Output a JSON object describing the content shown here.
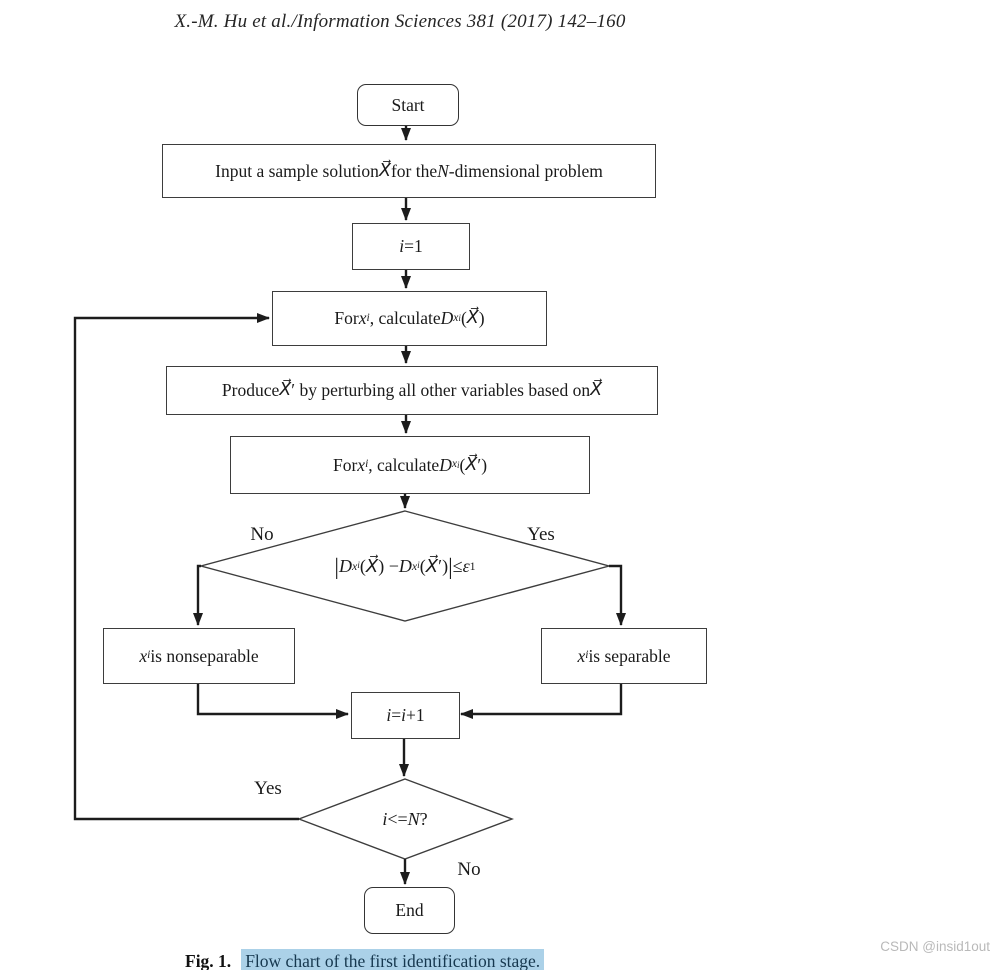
{
  "page": {
    "header": "X.-M. Hu et al./Information Sciences 381 (2017) 142–160",
    "caption": {
      "label": "Fig. 1.",
      "text": "Flow chart of the first identification stage."
    },
    "watermark": "CSDN @insid1out",
    "colors": {
      "line": "#1c1c1c",
      "box_border": "#3d3d3d",
      "caption_highlight_bg": "#abd1e8",
      "caption_highlight_text": "#16384f",
      "watermark_gray": "#b9b9b9"
    }
  },
  "flowchart": {
    "nodes": {
      "start": {
        "segs": [
          {
            "t": "Start"
          }
        ]
      },
      "input": {
        "segs": [
          {
            "t": "Input a sample solution  "
          },
          {
            "t": "X⃗",
            "c": "it vec"
          },
          {
            "t": "  for the "
          },
          {
            "t": "N",
            "c": "it"
          },
          {
            "t": "-dimensional problem"
          }
        ]
      },
      "init": {
        "segs": [
          {
            "t": "i",
            "c": "it"
          },
          {
            "t": "=1"
          }
        ]
      },
      "calc1": {
        "segs": [
          {
            "t": "For "
          },
          {
            "t": "x",
            "c": "it"
          },
          {
            "t": "i",
            "c": "it sb"
          },
          {
            "t": ", calculate  "
          },
          {
            "t": "D",
            "c": "it"
          },
          {
            "t": "x",
            "c": "it sb"
          },
          {
            "t": "i",
            "c": "it sb2"
          },
          {
            "t": " ("
          },
          {
            "t": "X⃗",
            "c": "it vec"
          },
          {
            "t": ")"
          }
        ]
      },
      "produce": {
        "segs": [
          {
            "t": "Produce  "
          },
          {
            "t": "X⃗",
            "c": "it vec"
          },
          {
            "t": "′  by perturbing all other variables based on  "
          },
          {
            "t": "X⃗",
            "c": "it vec"
          }
        ]
      },
      "calc2": {
        "segs": [
          {
            "t": "For "
          },
          {
            "t": "x",
            "c": "it"
          },
          {
            "t": "i",
            "c": "it sb"
          },
          {
            "t": ", calculate  "
          },
          {
            "t": "D",
            "c": "it"
          },
          {
            "t": "x",
            "c": "it sb"
          },
          {
            "t": "i",
            "c": "it sb2"
          },
          {
            "t": " ("
          },
          {
            "t": "X⃗",
            "c": "it vec"
          },
          {
            "t": "′)"
          }
        ]
      },
      "decision1": {
        "segs": [
          {
            "t": "|",
            "c": "big"
          },
          {
            "t": "D",
            "c": "it"
          },
          {
            "t": "x",
            "c": "it sb"
          },
          {
            "t": "i",
            "c": "it sb2"
          },
          {
            "t": "("
          },
          {
            "t": "X⃗",
            "c": "it vec"
          },
          {
            "t": ") − "
          },
          {
            "t": "D",
            "c": "it"
          },
          {
            "t": "x",
            "c": "it sb"
          },
          {
            "t": "i",
            "c": "it sb2"
          },
          {
            "t": "("
          },
          {
            "t": "X⃗",
            "c": "it vec"
          },
          {
            "t": "′)"
          },
          {
            "t": "|",
            "c": "big"
          },
          {
            "t": " ≤ "
          },
          {
            "t": "ε",
            "c": "it"
          },
          {
            "t": "1",
            "c": "sb"
          }
        ]
      },
      "nonsep": {
        "segs": [
          {
            "t": "x",
            "c": "it"
          },
          {
            "t": "i",
            "c": "it sb"
          },
          {
            "t": "  is nonseparable"
          }
        ]
      },
      "sep": {
        "segs": [
          {
            "t": "x",
            "c": "it"
          },
          {
            "t": "i",
            "c": "it sb"
          },
          {
            "t": "  is separable"
          }
        ]
      },
      "inc": {
        "segs": [
          {
            "t": "i",
            "c": "it"
          },
          {
            "t": "="
          },
          {
            "t": "i",
            "c": "it"
          },
          {
            "t": "+1"
          }
        ]
      },
      "decision2": {
        "segs": [
          {
            "t": "i",
            "c": "it"
          },
          {
            "t": "<="
          },
          {
            "t": "N",
            "c": "it"
          },
          {
            "t": "?"
          }
        ]
      },
      "end": {
        "segs": [
          {
            "t": "End"
          }
        ]
      }
    },
    "edge_labels": {
      "no1": "No",
      "yes1": "Yes",
      "yes2": "Yes",
      "no2": "No"
    }
  }
}
